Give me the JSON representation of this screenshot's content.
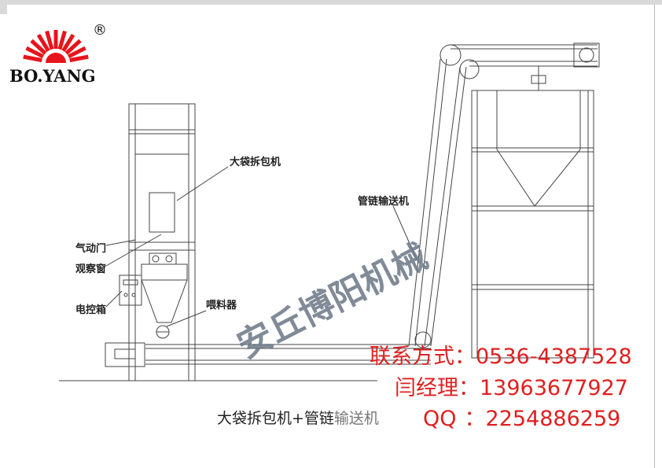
{
  "logo": {
    "text": "BO.YANG",
    "mark": "®",
    "color": "#e8141c"
  },
  "labels": {
    "unpacker": "大袋拆包机",
    "pneumatic_door": "气动门",
    "observation_window": "观察窗",
    "control_box": "电控箱",
    "feeder": "喂料器",
    "conveyor": "管链输送机"
  },
  "watermark": "安丘博阳机械",
  "caption": {
    "part1": "大袋拆包机+管链",
    "part2": "输送机"
  },
  "contact": {
    "line1_label": "联系方式",
    "line1_value": "：0536-4387528",
    "line2_label": "闫经理",
    "line2_value": "：13963677927",
    "line3_label": "QQ",
    "line3_value": "：2254886259",
    "color": "#e02020"
  }
}
